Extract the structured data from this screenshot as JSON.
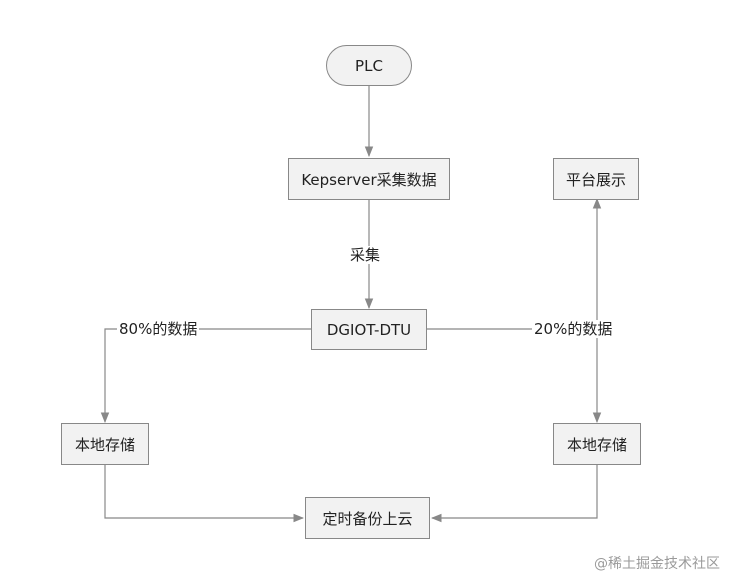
{
  "nodes": {
    "plc": "PLC",
    "kepserver": "Kepserver采集数据",
    "dgiot_dtu": "DGIOT-DTU",
    "platform": "平台展示",
    "local_storage_left": "本地存储",
    "local_storage_right": "本地存储",
    "cloud": "定时备份上云"
  },
  "edge_labels": {
    "collect": "采集",
    "left_80": "80%的数据",
    "right_20": "20%的数据"
  },
  "watermark": "@稀土掘金技术社区"
}
